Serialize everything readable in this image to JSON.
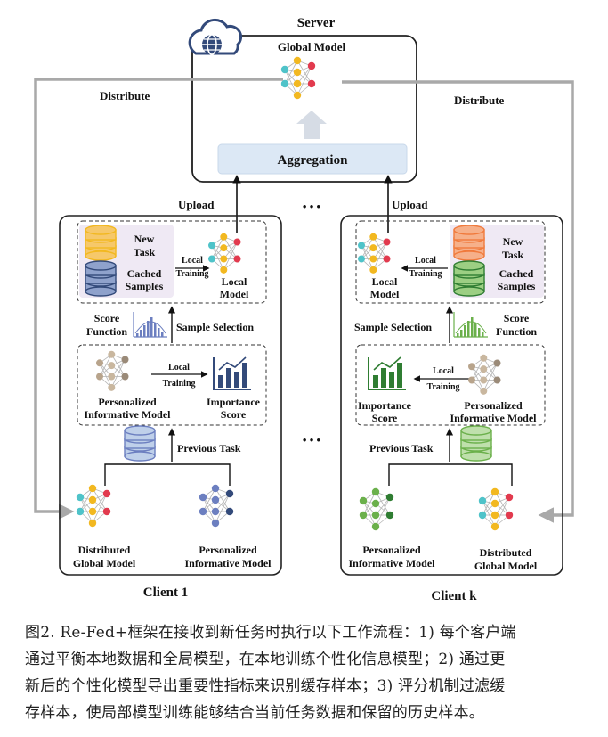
{
  "server": {
    "title": "Server",
    "global_model_label": "Global Model",
    "aggregation_label": "Aggregation"
  },
  "arrows": {
    "distribute_left": "Distribute",
    "distribute_right": "Distribute",
    "upload_left": "Upload",
    "upload_right": "Upload",
    "ellipsis_top": "• • •",
    "ellipsis_mid": "• • •"
  },
  "client_1": {
    "title": "Client 1",
    "new_task": [
      "New",
      "Task"
    ],
    "cached_samples": [
      "Cached",
      "Samples"
    ],
    "local_training": [
      "Local",
      "Training"
    ],
    "local_model": [
      "Local",
      "Model"
    ],
    "score_function": [
      "Score",
      "Function"
    ],
    "sample_selection": "Sample Selection",
    "personalized_informative_model": [
      "Personalized",
      "Informative Model"
    ],
    "importance_score": [
      "Importance",
      "Score"
    ],
    "previous_task": "Previous Task",
    "distributed_global_model": [
      "Distributed",
      "Global Model"
    ],
    "personalized_informative_model_bottom": [
      "Personalized",
      "Informative Model"
    ]
  },
  "client_k": {
    "title": "Client k",
    "new_task": [
      "New",
      "Task"
    ],
    "cached_samples": [
      "Cached",
      "Samples"
    ],
    "local_training": [
      "Local",
      "Training"
    ],
    "local_model": [
      "Local",
      "Model"
    ],
    "score_function": [
      "Score",
      "Function"
    ],
    "sample_selection": "Sample Selection",
    "personalized_informative_model": [
      "Personalized",
      "Informative Model"
    ],
    "importance_score": [
      "Importance",
      "Score"
    ],
    "previous_task": "Previous Task",
    "distributed_global_model": [
      "Distributed",
      "Global Model"
    ],
    "personalized_informative_model_bottom": [
      "Personalized",
      "Informative Model"
    ]
  },
  "caption": {
    "lines": [
      "图2. Re-Fed+框架在接收到新任务时执行以下工作流程：1) 每个客户端",
      "通过平衡本地数据和全局模型，在本地训练个性化信息模型；2) 通过更",
      "新后的个性化模型导出重要性指标来识别缓存样本；3) 评分机制过滤缓",
      "存样本，使局部模型训练能够结合当前任务数据和保留的历史样本。"
    ]
  },
  "colors": {
    "teal": "#4fc3c9",
    "gold": "#f2b820",
    "red": "#e23a4e",
    "navy": "#334a7a",
    "slate_blue": "#6c7fc0",
    "green": "#6bb04b",
    "dark_green": "#2f7d32",
    "orange": "#f07a3c",
    "aggregation_fill": "#dce8f5",
    "arrow_gray": "#a9a9a9"
  }
}
